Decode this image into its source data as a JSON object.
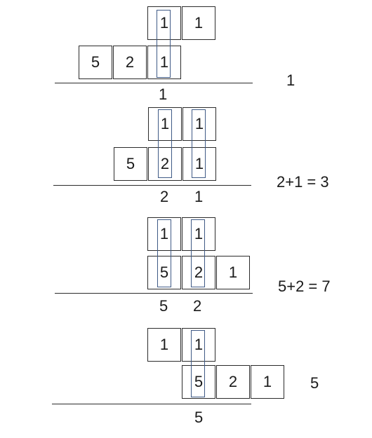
{
  "steps": [
    {
      "top_row": [
        "1",
        "1"
      ],
      "bottom_row": [
        "5",
        "2",
        "1"
      ],
      "results": [
        "1"
      ],
      "side_label": "1"
    },
    {
      "top_row": [
        "1",
        "1"
      ],
      "bottom_row": [
        "5",
        "2",
        "1"
      ],
      "results": [
        "2",
        "1"
      ],
      "side_label": "2+1 = 3"
    },
    {
      "top_row": [
        "1",
        "1"
      ],
      "bottom_row": [
        "5",
        "2",
        "1"
      ],
      "results": [
        "5",
        "2"
      ],
      "side_label": "5+2 = 7"
    },
    {
      "top_row": [
        "1",
        "1"
      ],
      "bottom_row": [
        "5",
        "2",
        "1"
      ],
      "results": [
        "5"
      ],
      "side_label": "5"
    }
  ],
  "colors": {
    "highlight": "#3f5a86",
    "line": "#2b2b2b"
  }
}
